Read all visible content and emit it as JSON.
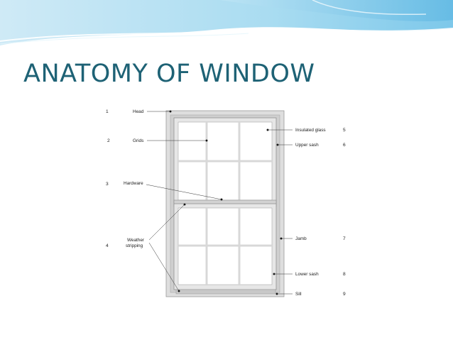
{
  "slide": {
    "title": "ANATOMY OF WINDOW",
    "accent_color": "#1e6275"
  },
  "diagram": {
    "labels_left": [
      {
        "num": "1",
        "text": [
          "Head"
        ]
      },
      {
        "num": "2",
        "text": [
          "Grids"
        ]
      },
      {
        "num": "3",
        "text": [
          "Hardware"
        ]
      },
      {
        "num": "4",
        "text": [
          "Weather",
          "stripping"
        ]
      }
    ],
    "labels_right": [
      {
        "num": "5",
        "text": "Insulated glass"
      },
      {
        "num": "6",
        "text": "Upper sash"
      },
      {
        "num": "7",
        "text": "Jamb"
      },
      {
        "num": "8",
        "text": "Lower sash"
      },
      {
        "num": "9",
        "text": "Sill"
      }
    ]
  }
}
